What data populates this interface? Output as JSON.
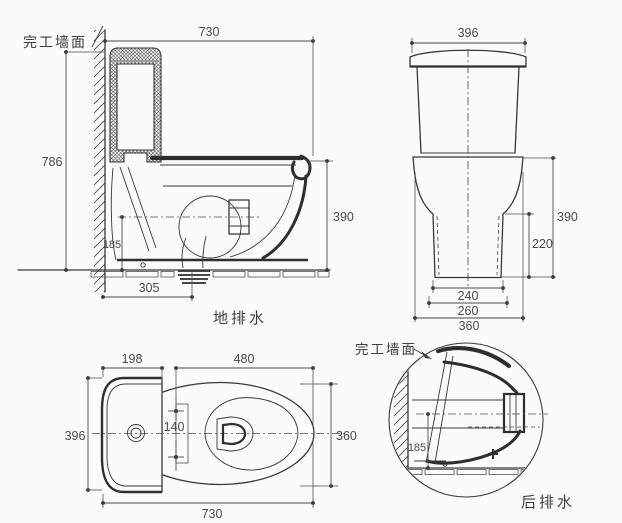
{
  "palette": {
    "background": "#fbfbfb",
    "line": "#383838",
    "dimension_text": "#4a4a4a"
  },
  "side": {
    "wall_label": "完工墙面",
    "caption": "地排水",
    "dim_total_length": "730",
    "dim_total_height": "786",
    "dim_rim_height": "390",
    "dim_outlet_center_height": "185",
    "dim_outlet_offset_from_wall": "305"
  },
  "front": {
    "dim_tank_width": "396",
    "dim_rim_height": "390",
    "dim_lower_body_height": "220",
    "dim_base_inner_width": "240",
    "dim_base_width": "260",
    "dim_bowl_width": "360"
  },
  "plan": {
    "dim_tank_depth": "198",
    "dim_bowl_length": "480",
    "dim_tank_width": "396",
    "dim_seat_hole_spacing": "140",
    "dim_bowl_width": "360",
    "dim_total_length": "730"
  },
  "detail": {
    "wall_label": "完工墙面",
    "caption": "后排水",
    "dim_outlet_center_height": "185"
  }
}
